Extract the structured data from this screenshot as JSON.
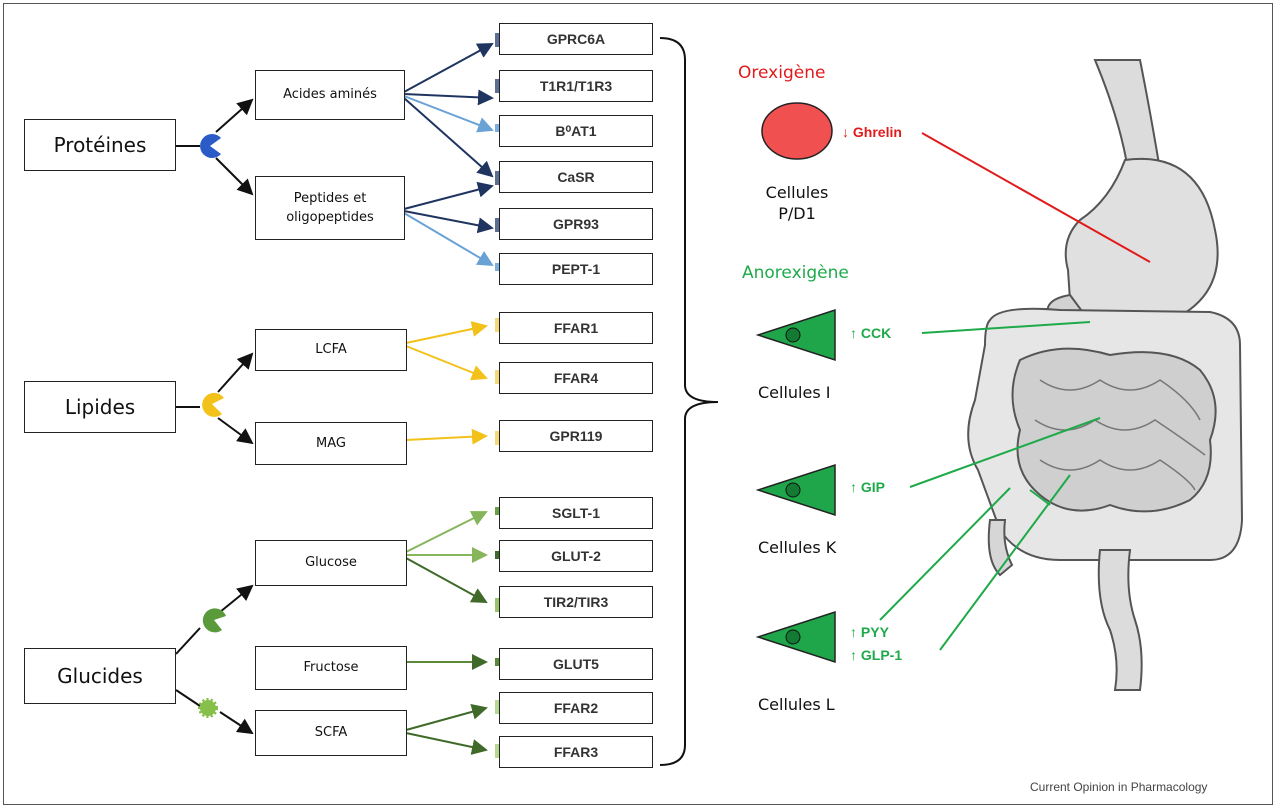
{
  "macros": {
    "proteines": "Protéines",
    "lipides": "Lipides",
    "glucides": "Glucides"
  },
  "sub": {
    "aa": "Acides aminés",
    "pep1": "Peptides et",
    "pep2": "oligopeptides",
    "lcfa": "LCFA",
    "mag": "MAG",
    "glucose": "Glucose",
    "fructose": "Fructose",
    "scfa": "SCFA"
  },
  "receptors": [
    "GPRC6A",
    "T1R1/T1R3",
    "B⁰AT1",
    "CaSR",
    "GPR93",
    "PEPT-1",
    "FFAR1",
    "FFAR4",
    "GPR119",
    "SGLT-1",
    "GLUT-2",
    "TIR2/TIR3",
    "GLUT5",
    "FFAR2",
    "FFAR3"
  ],
  "orexigene": "Orexigène",
  "anorexigene": "Anorexigène",
  "cells": {
    "pd1_a": "Cellules",
    "pd1_b": "P/D1",
    "i": "Cellules I",
    "k": "Cellules K",
    "l": "Cellules L"
  },
  "hormones": {
    "ghrelin": "Ghrelin",
    "cck": "CCK",
    "gip": "GIP",
    "pyy": "PYY",
    "glp1": "GLP-1"
  },
  "arrows": {
    "down": "↓",
    "up": "↑"
  },
  "credit": "Current Opinion in Pharmacology",
  "colors": {
    "protein": "#2a5bc7",
    "lipid": "#f2c21a",
    "carb": "#5a9a3a",
    "red": "#e11b1b",
    "green": "#1faa4a",
    "cellgreen": "#1fa64a"
  }
}
